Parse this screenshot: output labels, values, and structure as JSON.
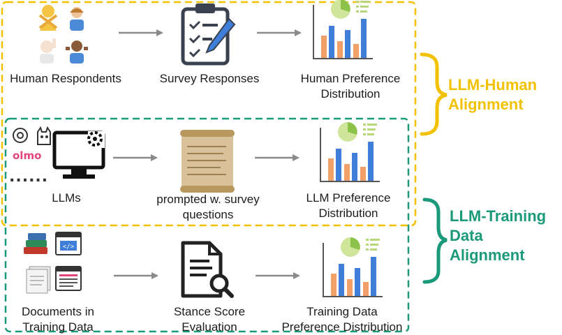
{
  "rows": [
    {
      "source_label": [
        "Human Respondents"
      ],
      "middle_label": [
        "Survey Responses"
      ],
      "dist_label": [
        "Human Preference",
        "Distribution"
      ]
    },
    {
      "source_label": [
        "LLMs"
      ],
      "middle_label": [
        "prompted w. survey",
        "questions"
      ],
      "dist_label": [
        "LLM Preference",
        "Distribution"
      ]
    },
    {
      "source_label": [
        "Documents in",
        "Training Data"
      ],
      "middle_label": [
        "Stance Score",
        "Evaluation"
      ],
      "dist_label": [
        "Training Data",
        "Preference Distribution"
      ]
    }
  ],
  "braces": [
    {
      "label": [
        "LLM-Human",
        "Alignment"
      ],
      "color": "#f2c200"
    },
    {
      "label": [
        "LLM-Training",
        "Data",
        "Alignment"
      ],
      "color": "#1a9a7a"
    }
  ],
  "logos": {
    "olmo": "olmo",
    "dots": "......"
  },
  "colors": {
    "yellow": "#f2c200",
    "teal": "#1a9a7a",
    "arrow": "#8a8a8a",
    "bar_orange": "#f2a06a",
    "bar_blue": "#3f7fd9",
    "pie_light": "#cfe59a",
    "pie_dark": "#8cc24a"
  },
  "icons": [
    "person-gesturing-no-icon",
    "person-shrugging-icon",
    "person-raising-hand-icon",
    "clipboard-checklist-icon",
    "bar-chart-icon",
    "pie-chart-icon",
    "openai-logo-icon",
    "llama-icon",
    "computer-gear-icon",
    "scroll-icon",
    "books-icon",
    "code-window-icon",
    "document-stack-icon",
    "text-window-icon",
    "document-search-icon"
  ]
}
